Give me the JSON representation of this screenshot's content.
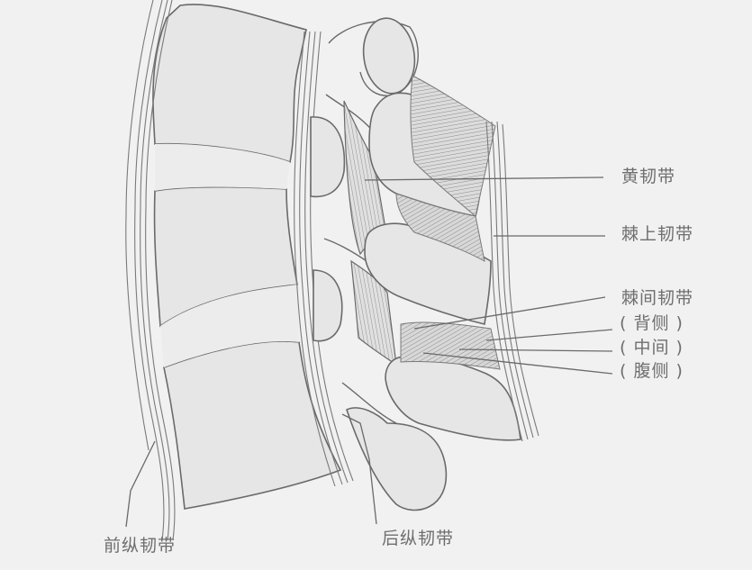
{
  "figure": {
    "type": "anatomical-diagram",
    "subject": "lumbar spine sagittal section ligaments",
    "background": "#f1f1f1",
    "line_color": "#6a6a6a",
    "bone_fill": "#e6e6e6"
  },
  "labels": {
    "ligamentum_flavum": "黄韧带",
    "supraspinous": "棘上韧带",
    "interspinous": "棘间韧带",
    "interspinous_dorsal": "( 背侧 )",
    "interspinous_middle": "( 中间 )",
    "interspinous_ventral": "( 腹侧 )",
    "anterior_longitudinal": "前纵韧带",
    "posterior_longitudinal": "后纵韧带"
  }
}
